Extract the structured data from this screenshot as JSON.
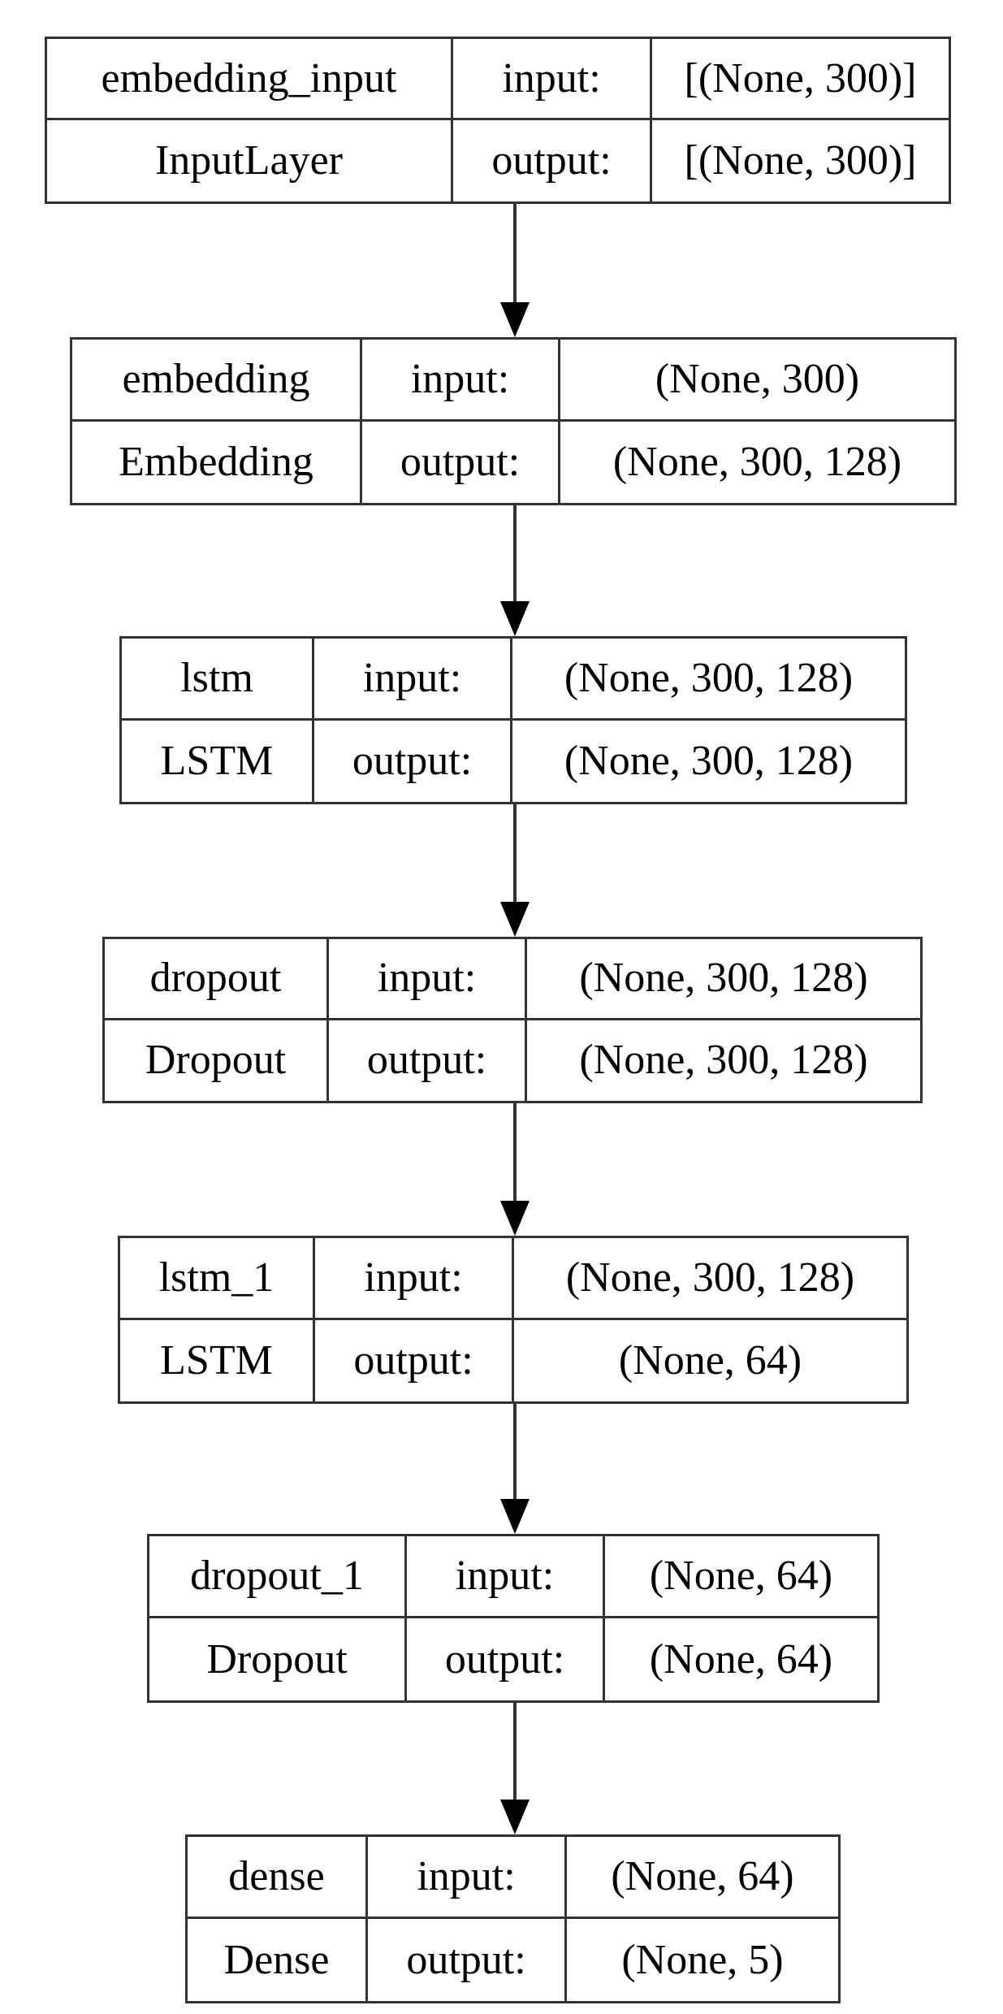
{
  "io_labels": {
    "input": "input:",
    "output": "output:"
  },
  "layers": [
    {
      "name": "embedding_input",
      "type": "InputLayer",
      "input_shape": "[(None, 300)]",
      "output_shape": "[(None, 300)]"
    },
    {
      "name": "embedding",
      "type": "Embedding",
      "input_shape": "(None, 300)",
      "output_shape": "(None, 300, 128)"
    },
    {
      "name": "lstm",
      "type": "LSTM",
      "input_shape": "(None, 300, 128)",
      "output_shape": "(None, 300, 128)"
    },
    {
      "name": "dropout",
      "type": "Dropout",
      "input_shape": "(None, 300, 128)",
      "output_shape": "(None, 300, 128)"
    },
    {
      "name": "lstm_1",
      "type": "LSTM",
      "input_shape": "(None, 300, 128)",
      "output_shape": "(None, 64)"
    },
    {
      "name": "dropout_1",
      "type": "Dropout",
      "input_shape": "(None, 64)",
      "output_shape": "(None, 64)"
    },
    {
      "name": "dense",
      "type": "Dense",
      "input_shape": "(None, 64)",
      "output_shape": "(None, 5)"
    }
  ]
}
